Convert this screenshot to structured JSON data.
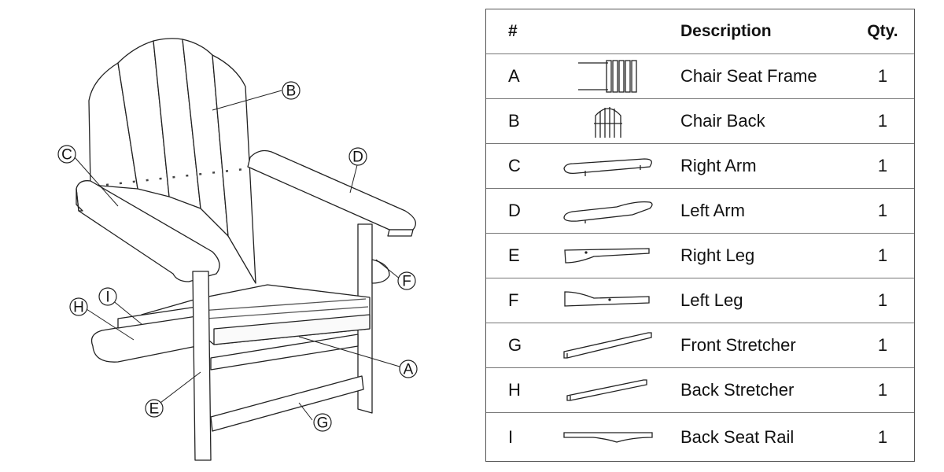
{
  "diagram": {
    "callouts": [
      "A",
      "B",
      "C",
      "D",
      "E",
      "F",
      "G",
      "H",
      "I"
    ]
  },
  "table": {
    "headers": {
      "num": "#",
      "description": "Description",
      "qty": "Qty."
    },
    "rows": [
      {
        "letter": "A",
        "description": "Chair Seat Frame",
        "qty": "1",
        "icon": "chair-seat-frame-icon"
      },
      {
        "letter": "B",
        "description": "Chair Back",
        "qty": "1",
        "icon": "chair-back-icon"
      },
      {
        "letter": "C",
        "description": "Right Arm",
        "qty": "1",
        "icon": "right-arm-icon"
      },
      {
        "letter": "D",
        "description": "Left Arm",
        "qty": "1",
        "icon": "left-arm-icon"
      },
      {
        "letter": "E",
        "description": "Right Leg",
        "qty": "1",
        "icon": "right-leg-icon"
      },
      {
        "letter": "F",
        "description": "Left Leg",
        "qty": "1",
        "icon": "left-leg-icon"
      },
      {
        "letter": "G",
        "description": "Front Stretcher",
        "qty": "1",
        "icon": "front-stretcher-icon"
      },
      {
        "letter": "H",
        "description": "Back Stretcher",
        "qty": "1",
        "icon": "back-stretcher-icon"
      },
      {
        "letter": "I",
        "description": "Back Seat Rail",
        "qty": "1",
        "icon": "back-seat-rail-icon"
      }
    ]
  }
}
